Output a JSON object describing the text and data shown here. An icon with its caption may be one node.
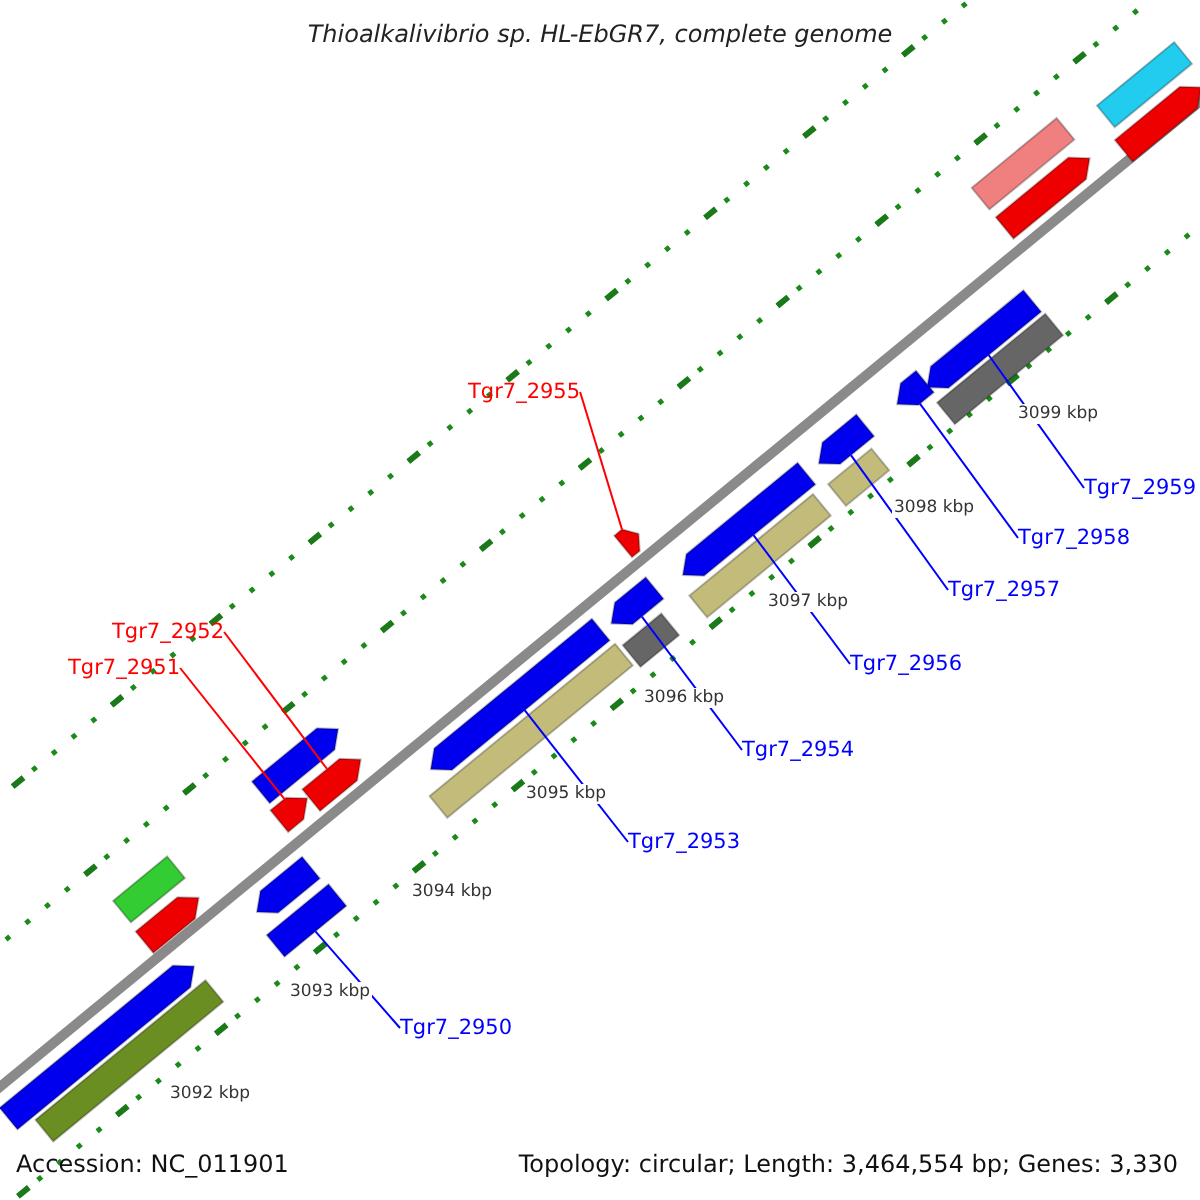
{
  "diagram": {
    "title": "Thioalkalivibrio sp. HL-EbGR7, complete genome",
    "nodes": [
      {
        "text": [
          "Tgr7_2955"
        ]
      },
      {
        "text": [
          "Tgr7_2959"
        ]
      },
      {
        "text": [
          "Tgr7_2958"
        ]
      },
      {
        "text": [
          "Tgr7_2957"
        ]
      },
      {
        "text": [
          "Tgr7_2952"
        ]
      },
      {
        "text": [
          "Tgr7_2956"
        ]
      },
      {
        "text": [
          "Tgr7_2951"
        ]
      },
      {
        "text": [
          "Tgr7_2954"
        ]
      },
      {
        "text": [
          "Tgr7_2953"
        ]
      },
      {
        "text": [
          "Tgr7_2950"
        ]
      },
      {
        "text": [],
        "shape": "bar"
      },
      {
        "text": [],
        "shape": "bar"
      },
      {
        "text": [],
        "shape": "bar"
      },
      {
        "text": [],
        "shape": "bar"
      },
      {
        "text": [],
        "shape": "bar"
      },
      {
        "text": [],
        "shape": "bar"
      },
      {
        "text": [],
        "shape": "bar"
      },
      {
        "text": [],
        "shape": "bar"
      },
      {
        "text": [],
        "shape": "bar"
      },
      {
        "text": [],
        "shape": "bar"
      },
      {
        "text": [],
        "shape": "bar"
      },
      {
        "text": [],
        "shape": "bar"
      },
      {
        "text": [],
        "shape": "bar"
      },
      {
        "text": [],
        "shape": "bar"
      },
      {
        "text": [],
        "shape": "bar"
      },
      {
        "text": [],
        "shape": "bar"
      },
      {
        "text": [],
        "shape": "bar"
      },
      {
        "text": [],
        "shape": "bar"
      },
      {
        "text": [],
        "shape": "bar"
      },
      {
        "text": [],
        "shape": "bar"
      },
      {
        "text": [],
        "shape": "bar"
      },
      {
        "text": [],
        "shape": "bar"
      },
      {
        "text": [],
        "shape": "bar"
      },
      {
        "text": [],
        "shape": "bar"
      },
      {
        "text": [],
        "shape": "bar"
      }
    ],
    "edges": [
      {
        "from": 0,
        "to": 20,
        "arrow": "none",
        "color": "#ff0000"
      },
      {
        "from": 1,
        "to": 14,
        "arrow": "none"
      },
      {
        "from": 2,
        "to": 16,
        "arrow": "none"
      },
      {
        "from": 3,
        "to": 17,
        "arrow": "none"
      },
      {
        "from": 4,
        "to": 27,
        "arrow": "none",
        "color": "#ff0000"
      },
      {
        "from": 5,
        "to": 19,
        "arrow": "none"
      },
      {
        "from": 6,
        "to": 28,
        "arrow": "none",
        "color": "#ff0000"
      },
      {
        "from": 7,
        "to": 22,
        "arrow": "none"
      },
      {
        "from": 8,
        "to": 24,
        "arrow": "none"
      },
      {
        "from": 9,
        "to": 32,
        "arrow": "none"
      }
    ],
    "labels": [
      "3099 kbp",
      "3098 kbp",
      "3097 kbp",
      "3096 kbp",
      "3095 kbp",
      "3094 kbp",
      "3093 kbp",
      "3092 kbp",
      "Accession: NC_011901",
      "Topology: circular; Length: 3,464,554 bp; Genes: 3,330"
    ]
  }
}
